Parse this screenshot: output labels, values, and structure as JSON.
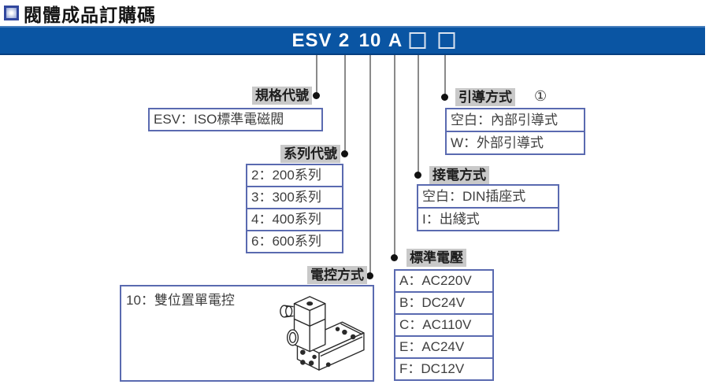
{
  "page": {
    "title": "閥體成品訂購碼"
  },
  "header": {
    "code_tokens": [
      "ESV",
      "2",
      "10",
      "A"
    ],
    "placeholder_boxes": 2
  },
  "sections": {
    "spec": {
      "label": "規格代號",
      "rows": [
        "ESV：ISO標準電磁閥"
      ]
    },
    "series": {
      "label": "系列代號",
      "rows": [
        "2：200系列",
        "3：300系列",
        "4：400系列",
        "6：600系列"
      ]
    },
    "control": {
      "label": "電控方式",
      "rows": [
        "10：雙位置單電控"
      ],
      "illustration": "solenoid-valve-isometric-line-drawing"
    },
    "voltage": {
      "label": "標準電壓",
      "rows": [
        "A：AC220V",
        "B：DC24V",
        "C：AC110V",
        "E：AC24V",
        "F：DC12V"
      ]
    },
    "wiring": {
      "label": "接電方式",
      "rows": [
        "空白：DIN插座式",
        "I：出綫式"
      ]
    },
    "pilot": {
      "label": "引導方式",
      "note": "①",
      "rows": [
        "空白：內部引導式",
        "W：外部引導式"
      ]
    }
  },
  "colors": {
    "header_bar": "#0a55a3",
    "box_border": "#5a6ab0",
    "label_bg": "#c9c9c9",
    "connector_line": "#8a8a8a",
    "dot": "#111111"
  }
}
